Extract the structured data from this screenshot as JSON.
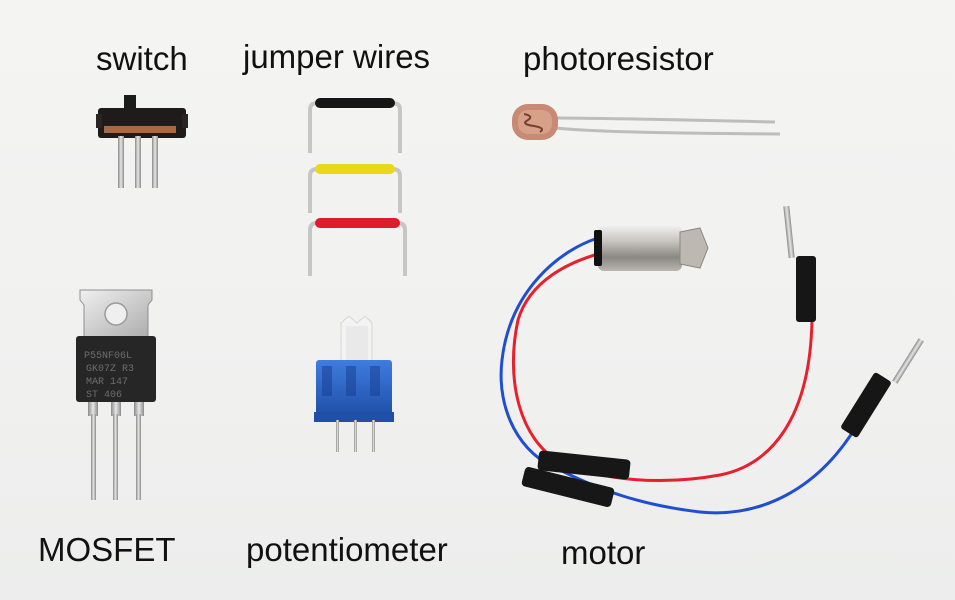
{
  "labels": {
    "switch": "switch",
    "jumper_wires": "jumper wires",
    "photoresistor": "photoresistor",
    "mosfet": "MOSFET",
    "potentiometer": "potentiometer",
    "motor": "motor"
  },
  "mosfet_marking": {
    "line1": "P55NF06L",
    "line2": "GK07Z R3",
    "line3": "MAR 147",
    "line4": "ST 406"
  },
  "colors": {
    "background": "#f2f2f1",
    "wire_black": "#1a1a1a",
    "wire_yellow": "#e8d81a",
    "wire_red": "#e01c2a",
    "motor_red_wire": "#e8202e",
    "motor_blue_wire": "#1f4fd0",
    "potentiometer_blue": "#2b63c8",
    "metal": "#c9c9c9"
  }
}
